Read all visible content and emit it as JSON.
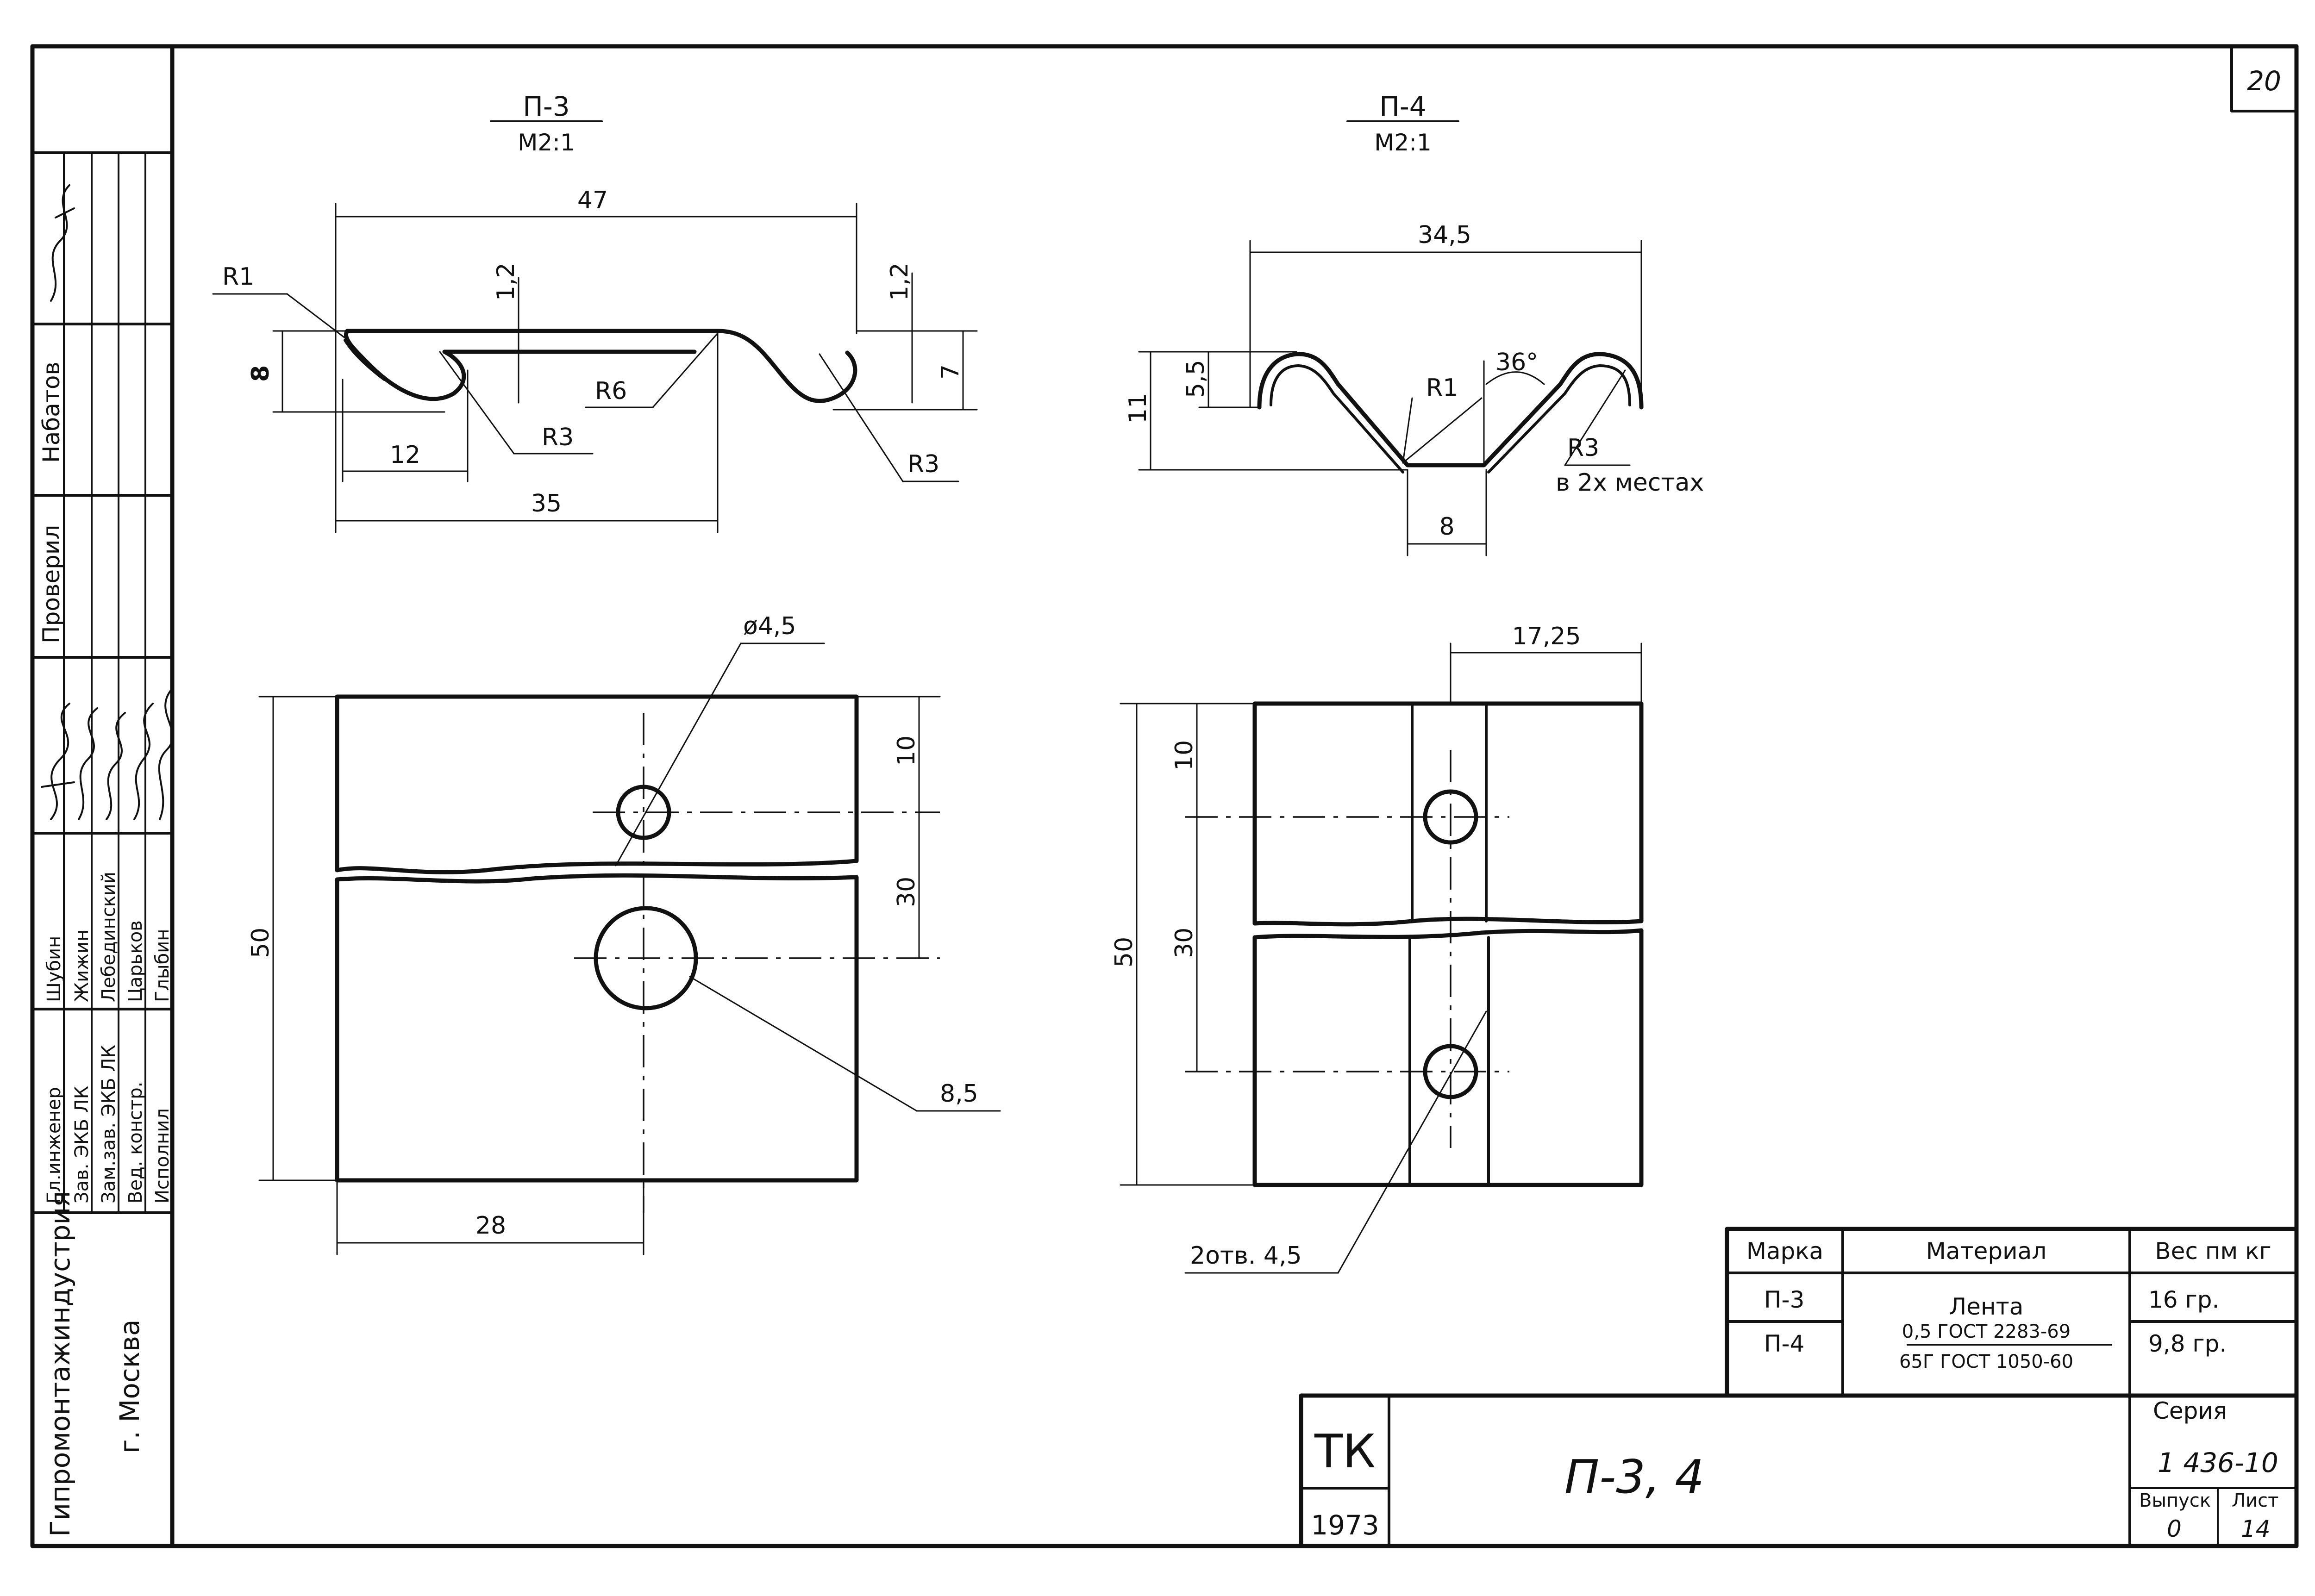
{
  "sheet": {
    "number": "20"
  },
  "sidebar": {
    "org": "Гипромонтажиндустрия",
    "city": "г. Москва",
    "staff": [
      {
        "role": "Гл.инженер",
        "name": "Шубин"
      },
      {
        "role": "Зав. ЭКБ ЛК",
        "name": "Жижин"
      },
      {
        "role": "Зам.зав. ЭКБ ЛК",
        "name": "Лебединский"
      },
      {
        "role": "Вед. констр.",
        "name": "Царьков"
      },
      {
        "role": "Исполнил",
        "name": "Глыбин"
      }
    ],
    "checked_label": "Проверил",
    "checker": "Набатов"
  },
  "p3": {
    "title": "П-3",
    "scale": "М2:1",
    "dims": {
      "d47": "47",
      "d1_2_a": "1,2",
      "d1_2_b": "1,2",
      "d8": "8",
      "d7": "7",
      "d12": "12",
      "d35": "35",
      "r1": "R1",
      "r6": "R6",
      "r3_a": "R3",
      "r3_b": "R3",
      "d_hole": "ø4,5",
      "d10": "10",
      "d30": "30",
      "d50": "50",
      "d28": "28",
      "d8_5": "8,5"
    }
  },
  "p4": {
    "title": "П-4",
    "scale": "М2:1",
    "dims": {
      "d34_5": "34,5",
      "d5_5": "5,5",
      "d11": "11",
      "r1": "R1",
      "angle": "36°",
      "r3": "R3",
      "r3_note": "в 2х местах",
      "d8": "8",
      "d17_25": "17,25",
      "d10": "10",
      "d30": "30",
      "d50": "50",
      "holes": "2отв. 4,5"
    }
  },
  "table": {
    "headers": [
      "Марка",
      "Материал",
      "Вес пм кг"
    ],
    "rows": [
      {
        "mark": "П-3",
        "weight": "16 гр."
      },
      {
        "mark": "П-4",
        "weight": "9,8 гр."
      }
    ],
    "material_name": "Лента",
    "material_line1": "0,5 ГОСТ 2283-69",
    "material_line2": "65Г ГОСТ 1050-60"
  },
  "title_block": {
    "tk": "ТК",
    "year": "1973",
    "name": "П-3, 4",
    "series_label": "Серия",
    "series": "1 436-10",
    "issue_label": "Выпуск",
    "issue": "0",
    "page_label": "Лист",
    "page": "14"
  }
}
